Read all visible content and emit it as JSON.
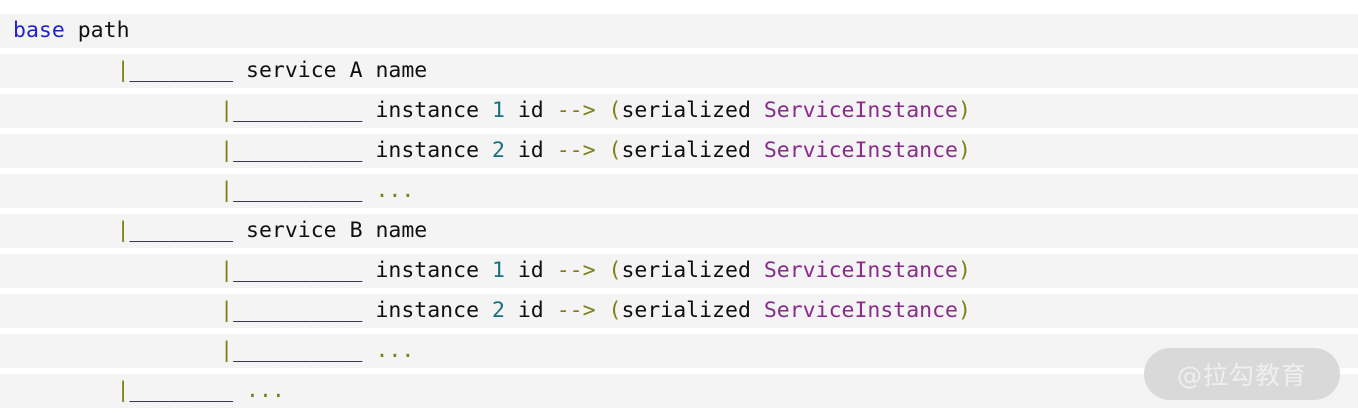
{
  "code_block": {
    "background": "#ffffff",
    "line_background": "#f4f4f4",
    "colors": {
      "keyword": "#2222cc",
      "plain": "#101010",
      "pipe": "#7f7f18",
      "underscore": "#0d1330",
      "number": "#14727b",
      "arrow": "#7f7f18",
      "paren": "#7f7f18",
      "type": "#8b2a8b",
      "ellipsis": "#7f7f18"
    },
    "lines": [
      {
        "id": "line-1-base-path",
        "plain_text": "base path",
        "tokens": [
          {
            "t": "base",
            "c": "kw"
          },
          {
            "t": " ",
            "c": "plain"
          },
          {
            "t": "path",
            "c": "plain"
          }
        ]
      },
      {
        "id": "line-2-service-a",
        "plain_text": "        |________ service A name",
        "tokens": [
          {
            "t": "        ",
            "c": "plain"
          },
          {
            "t": "|",
            "c": "pipe"
          },
          {
            "t": "________",
            "c": "under"
          },
          {
            "t": " service A name",
            "c": "plain"
          }
        ]
      },
      {
        "id": "line-3-service-a-instance-1",
        "plain_text": "                |__________ instance 1 id --> (serialized ServiceInstance)",
        "tokens": [
          {
            "t": "                ",
            "c": "plain"
          },
          {
            "t": "|",
            "c": "pipe"
          },
          {
            "t": "__________",
            "c": "under"
          },
          {
            "t": " instance ",
            "c": "plain"
          },
          {
            "t": "1",
            "c": "num"
          },
          {
            "t": " id ",
            "c": "plain"
          },
          {
            "t": "-->",
            "c": "arrow"
          },
          {
            "t": " ",
            "c": "plain"
          },
          {
            "t": "(",
            "c": "paren"
          },
          {
            "t": "serialized ",
            "c": "plain"
          },
          {
            "t": "ServiceInstance",
            "c": "type"
          },
          {
            "t": ")",
            "c": "paren"
          }
        ]
      },
      {
        "id": "line-4-service-a-instance-2",
        "plain_text": "                |__________ instance 2 id --> (serialized ServiceInstance)",
        "tokens": [
          {
            "t": "                ",
            "c": "plain"
          },
          {
            "t": "|",
            "c": "pipe"
          },
          {
            "t": "__________",
            "c": "under"
          },
          {
            "t": " instance ",
            "c": "plain"
          },
          {
            "t": "2",
            "c": "num"
          },
          {
            "t": " id ",
            "c": "plain"
          },
          {
            "t": "-->",
            "c": "arrow"
          },
          {
            "t": " ",
            "c": "plain"
          },
          {
            "t": "(",
            "c": "paren"
          },
          {
            "t": "serialized ",
            "c": "plain"
          },
          {
            "t": "ServiceInstance",
            "c": "type"
          },
          {
            "t": ")",
            "c": "paren"
          }
        ]
      },
      {
        "id": "line-5-service-a-instance-more",
        "plain_text": "                |__________ ...",
        "tokens": [
          {
            "t": "                ",
            "c": "plain"
          },
          {
            "t": "|",
            "c": "pipe"
          },
          {
            "t": "__________",
            "c": "under"
          },
          {
            "t": " ",
            "c": "plain"
          },
          {
            "t": "...",
            "c": "dots"
          }
        ]
      },
      {
        "id": "line-6-service-b",
        "plain_text": "        |________ service B name",
        "tokens": [
          {
            "t": "        ",
            "c": "plain"
          },
          {
            "t": "|",
            "c": "pipe"
          },
          {
            "t": "________",
            "c": "under"
          },
          {
            "t": " service B name",
            "c": "plain"
          }
        ]
      },
      {
        "id": "line-7-service-b-instance-1",
        "plain_text": "                |__________ instance 1 id --> (serialized ServiceInstance)",
        "tokens": [
          {
            "t": "                ",
            "c": "plain"
          },
          {
            "t": "|",
            "c": "pipe"
          },
          {
            "t": "__________",
            "c": "under"
          },
          {
            "t": " instance ",
            "c": "plain"
          },
          {
            "t": "1",
            "c": "num"
          },
          {
            "t": " id ",
            "c": "plain"
          },
          {
            "t": "-->",
            "c": "arrow"
          },
          {
            "t": " ",
            "c": "plain"
          },
          {
            "t": "(",
            "c": "paren"
          },
          {
            "t": "serialized ",
            "c": "plain"
          },
          {
            "t": "ServiceInstance",
            "c": "type"
          },
          {
            "t": ")",
            "c": "paren"
          }
        ]
      },
      {
        "id": "line-8-service-b-instance-2",
        "plain_text": "                |__________ instance 2 id --> (serialized ServiceInstance)",
        "tokens": [
          {
            "t": "                ",
            "c": "plain"
          },
          {
            "t": "|",
            "c": "pipe"
          },
          {
            "t": "__________",
            "c": "under"
          },
          {
            "t": " instance ",
            "c": "plain"
          },
          {
            "t": "2",
            "c": "num"
          },
          {
            "t": " id ",
            "c": "plain"
          },
          {
            "t": "-->",
            "c": "arrow"
          },
          {
            "t": " ",
            "c": "plain"
          },
          {
            "t": "(",
            "c": "paren"
          },
          {
            "t": "serialized ",
            "c": "plain"
          },
          {
            "t": "ServiceInstance",
            "c": "type"
          },
          {
            "t": ")",
            "c": "paren"
          }
        ]
      },
      {
        "id": "line-9-service-b-instance-more",
        "plain_text": "                |__________ ...",
        "tokens": [
          {
            "t": "                ",
            "c": "plain"
          },
          {
            "t": "|",
            "c": "pipe"
          },
          {
            "t": "__________",
            "c": "under"
          },
          {
            "t": " ",
            "c": "plain"
          },
          {
            "t": "...",
            "c": "dots"
          }
        ]
      },
      {
        "id": "line-10-service-more",
        "plain_text": "        |________ ...",
        "tokens": [
          {
            "t": "        ",
            "c": "plain"
          },
          {
            "t": "|",
            "c": "pipe"
          },
          {
            "t": "________",
            "c": "under"
          },
          {
            "t": " ",
            "c": "plain"
          },
          {
            "t": "...",
            "c": "dots"
          }
        ]
      }
    ]
  },
  "watermark": {
    "text": "@拉勾教育",
    "background": "#d9d9d9",
    "color": "#efefef"
  }
}
